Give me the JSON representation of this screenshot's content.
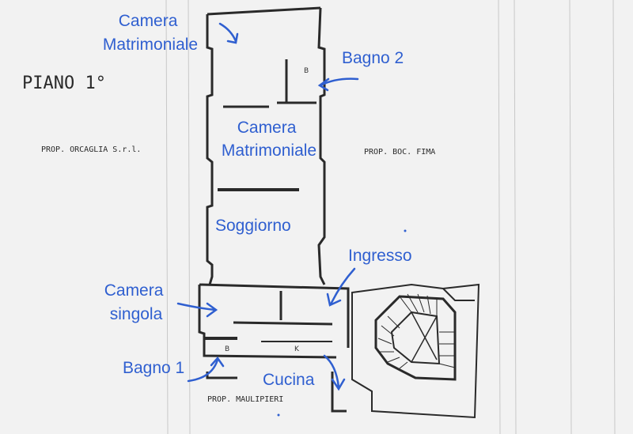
{
  "plan": {
    "floor_title": "PIANO 1°",
    "neighbors": {
      "left": "PROP. ORCAGLIA S.r.l.",
      "right": "PROP. BOC. FIMA",
      "bottom": "PROP. MAULIPIERI"
    },
    "room_marks": {
      "bath_upper": "B",
      "bath_lower": "B",
      "kitchen": "K"
    },
    "labels": {
      "master_bedroom_top": [
        "Camera",
        "Matrimoniale"
      ],
      "bathroom_2": "Bagno 2",
      "master_bedroom_mid": [
        "Camera",
        "Matrimoniale"
      ],
      "living_room": "Soggiorno",
      "entrance": "Ingresso",
      "single_room": [
        "Camera",
        "singola"
      ],
      "bathroom_1": "Bagno 1",
      "kitchen": "Cucina"
    },
    "colors": {
      "annotation": "#2f5fd0",
      "ink": "#2a2a2a",
      "paper": "#f2f2f2"
    }
  }
}
